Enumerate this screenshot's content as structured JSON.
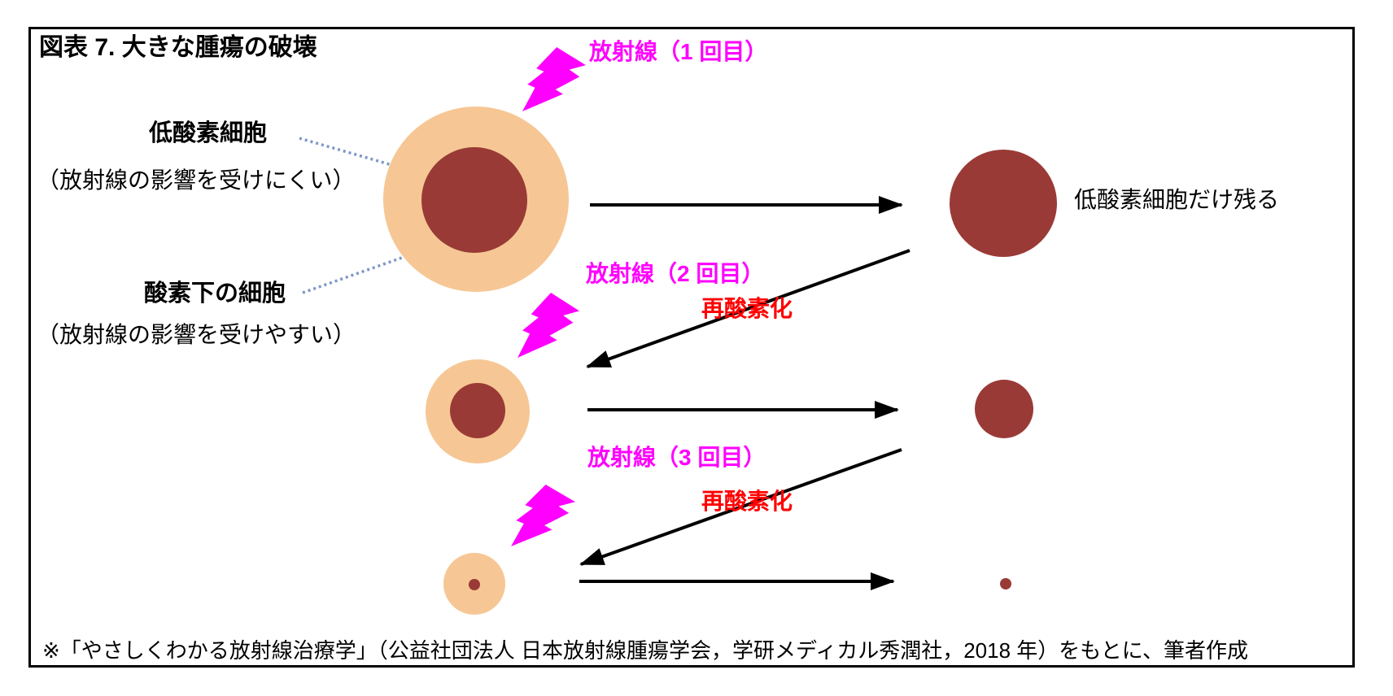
{
  "figure": {
    "title": "図表 7. 大きな腫瘍の破壊",
    "footer": "※「やさしくわかる放射線治療学」（公益社団法人 日本放射線腫瘍学会，学研メディカル秀潤社，2018 年）をもとに、筆者作成"
  },
  "labels": {
    "hypoxic_cell": "低酸素細胞",
    "hypoxic_note": "（放射線の影響を受けにくい）",
    "oxic_cell": "酸素下の細胞",
    "oxic_note": "（放射線の影響を受けやすい）",
    "radiation_1": "放射線（1 回目）",
    "radiation_2": "放射線（2 回目）",
    "radiation_3": "放射線（3 回目）",
    "reoxygenation": "再酸素化",
    "remain": "低酸素細胞だけ残る"
  },
  "icons": {
    "radiation_bolt": "lightning-bolt-icon"
  },
  "colors": {
    "tumor-outer": "#F6C795",
    "tumor-core": "#9A3A36",
    "magenta": "#FF00FF",
    "red": "#FF0000",
    "dotted-blue": "#7E96C8",
    "arrow-black": "#000000"
  },
  "diagram": {
    "steps": [
      {
        "stage": "before-1",
        "outer_radius": 114,
        "core_radius": 65
      },
      {
        "stage": "after-1",
        "core_radius": 66
      },
      {
        "stage": "before-2",
        "outer_radius": 64,
        "core_radius": 34
      },
      {
        "stage": "after-2",
        "core_radius": 36
      },
      {
        "stage": "before-3",
        "outer_radius": 38,
        "core_radius": 7
      },
      {
        "stage": "after-3",
        "core_radius": 7
      }
    ]
  }
}
